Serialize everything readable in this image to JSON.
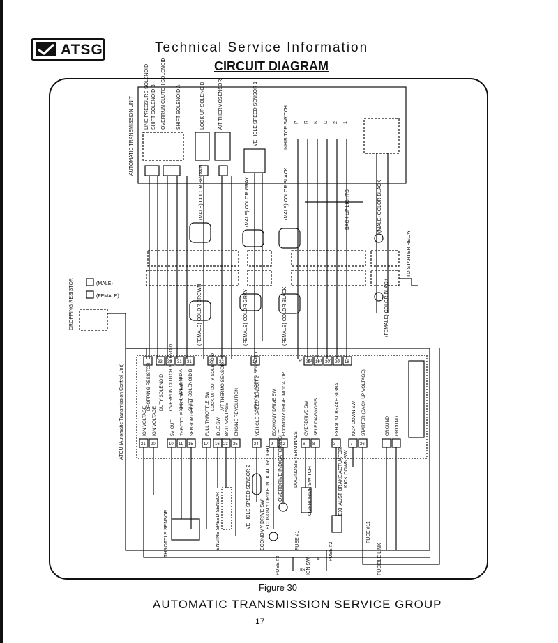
{
  "header": {
    "logo_text": "ATSG",
    "title": "Technical Service Information",
    "diagram_title": "CIRCUIT DIAGRAM"
  },
  "diagram": {
    "tcu_unit": "AUTOMATIC TRANSMISSION UNIT",
    "solenoids": {
      "line_pressure": "LINE PRESSURE SOLENOID",
      "shift_b": "SHIFT SOLENOID B",
      "overrun": "OVERRUN CLUTCH SOLENOID",
      "shift_a": "SHIFT SOLENOID A",
      "lockup": "LOCK UP SOLENOID",
      "thermo": "A/T THERMOSENSOR"
    },
    "vehicle_speed_sensor_1": "VEHICLE SPEED SENSOR 1",
    "inhibitor_switch": "INHIBITOR SWITCH",
    "inhibitor_positions": [
      "P",
      "R",
      "N",
      "D",
      "2",
      "1"
    ],
    "backup_lights": "BACK UP LIGHTS",
    "male_brown": "(MALE) COLOR BROWN",
    "male_gray": "(MALE) COLOR GRAY",
    "male_black_1": "(MALE) COLOR BLACK",
    "male_black_2": "(MALE) COLOR BLACK",
    "to_starter_relay": "TO STARTER RELAY",
    "female_brown": "(FEMALE) COLOR BROWN",
    "female_gray": "(FEMALE) COLOR GRAY",
    "female_black_1": "(FEMALE) COLOR BLACK",
    "female_black_2": "(FEMALE) COLOR BLACK",
    "male_legend": "(MALE)",
    "female_legend": "(FEMALE)",
    "dropping_resistor": "DROPPING RESISTOR",
    "atcu": "ATCU (Automatic Transmission Control Unit)",
    "tcu_pins_left": [
      "IGN VOLTAGE",
      "IGN VOLTAGE",
      "5V OUT",
      "THROTTLE SENSOR INPUT",
      "SENSOR GROUND",
      "FULL THROTTLE SW",
      "IDLE SW",
      "BATT VOLTAGE",
      "ENGINE REVOLUTION",
      "VEHICLE SPEED SENSOR 2",
      "ECONOMY DRIVE SW",
      "ECONOMY DRIVE INDICATOR",
      "OVERDRIVE SW",
      "SELF DIAGNOSIS",
      "EXHAUST BRAKE SIGNAL",
      "KICK DOWN SW",
      "STARTER (BACK UP VOLTAGE)",
      "GROUND",
      "GROUND"
    ],
    "tcu_pin_numbers": [
      "21",
      "20",
      "10",
      "11",
      "15",
      "17",
      "16",
      "23",
      "25",
      "24",
      "9",
      "22",
      "6",
      "8",
      "3",
      "7",
      "26"
    ],
    "tcu_pins_top": [
      "DROPPING RESISTOR",
      "DUTY SOLENOID",
      "OVERRUN CLUTCH SOLENOID",
      "SHIFT SOLENOID A",
      "SHIFT SOLENOID B",
      "LOCK UP DUTY SOLENOID",
      "A/T THERMO SENSOR",
      "VEHICLE SPEED SENSOR 1"
    ],
    "tcu_top_numbers": [
      "33",
      "33",
      "31",
      "31",
      "34",
      "32",
      "14"
    ],
    "inhibitor_pin_labels": [
      "R",
      "N",
      "D",
      "2",
      "1"
    ],
    "inhibitor_pin_numbers": [
      "29",
      "19",
      "30",
      "20",
      "18"
    ],
    "throttle_sensor": "THROTTLE SENSOR",
    "engine_speed_sensor": "ENGINE SPEED SENSOR",
    "vehicle_speed_sensor_2": "VEHICLE SPEED SENSOR 2",
    "economy_drive_sw": "ECONOMY DRIVE SW",
    "economy_drive_light": "ECONOMY DRIVE INDICATOR LIGHT",
    "overdrive_indicator": "OVERDRIVE INDICATOR LIGHT",
    "overdrive_switch": "OVERDRIVE SWITCH",
    "diagnosis_terminals": "DIAGNOSIS TERMINALS",
    "exhaust_brake_actuator": "EXHAUST BRAKE ACTUATOR",
    "kick_down_sw": "KICK DOWN SW",
    "fuse_11": "FUSE #11",
    "fuse_3": "FUSE #3",
    "fuse_2": "FUSE #2",
    "fuse_1": "FUSE #1",
    "ign_sw": "IGN SW",
    "fusible_link": "FUSIBLE LINK",
    "ig": "IG",
    "s": "S"
  },
  "footer": {
    "figure_caption": "Figure 30",
    "title": "AUTOMATIC TRANSMISSION SERVICE GROUP",
    "page_number": "17"
  }
}
